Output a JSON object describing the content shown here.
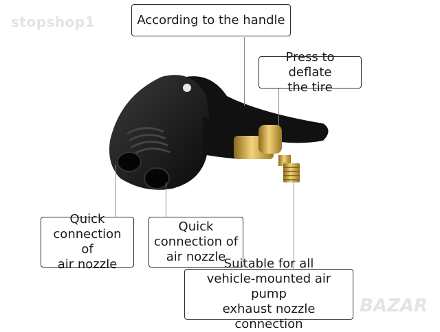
{
  "watermark": "stopshop1",
  "brand_mark": "BAZAR",
  "callouts": {
    "handle": {
      "lines": [
        "According to the handle"
      ]
    },
    "deflate": {
      "lines": [
        "Press to deflate",
        "the tire"
      ]
    },
    "quick_left": {
      "lines": [
        "Quick",
        "connection of",
        "air nozzle"
      ]
    },
    "quick_right": {
      "lines": [
        "Quick",
        "connection of",
        "air nozzle"
      ]
    },
    "suitable": {
      "lines": [
        "Suitable for all",
        "vehicle-mounted air pump",
        "exhaust nozzle connection"
      ]
    }
  },
  "colors": {
    "body": "#111111",
    "brass": "#c9a23c",
    "border": "#2d2d2d"
  }
}
